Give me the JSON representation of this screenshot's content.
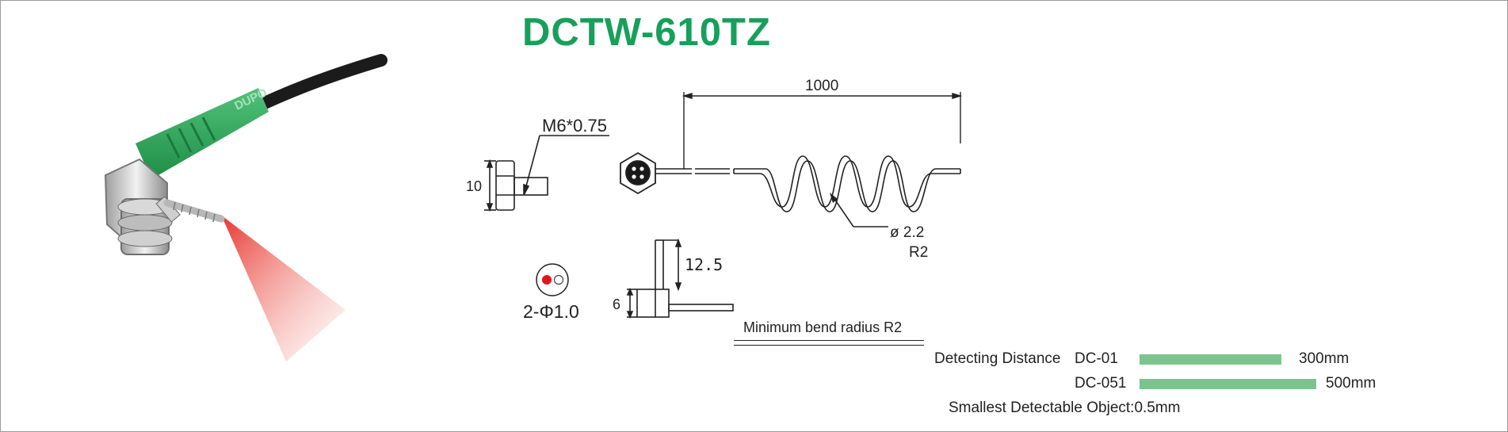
{
  "title": "DCTW-610TZ",
  "photo": {
    "brand_text": "DUPO",
    "colors": {
      "sleeve": "#2fa85a",
      "cable": "#1b1b1b",
      "metal": "#c9c9c9",
      "beam": "#e62a22"
    }
  },
  "drawing": {
    "thread_label": "M6*0.75",
    "height_10": "10",
    "length_1000": "1000",
    "fiber_diameter": "ø 2.2",
    "bend_radius": "R2",
    "dim_12_5": "12.5",
    "dim_6": "6",
    "core_label": "2-Φ1.0",
    "min_bend_note": "Minimum bend radius R2"
  },
  "specs": {
    "detecting_distance_label": "Detecting  Distance",
    "rows": [
      {
        "model": "DC-01",
        "value": "300mm",
        "range_mm": 300
      },
      {
        "model": "DC-051",
        "value": "500mm",
        "range_mm": 500
      }
    ],
    "smallest_object": "Smallest Detectable Object:0.5mm",
    "bar_color": "#7cc48f"
  }
}
